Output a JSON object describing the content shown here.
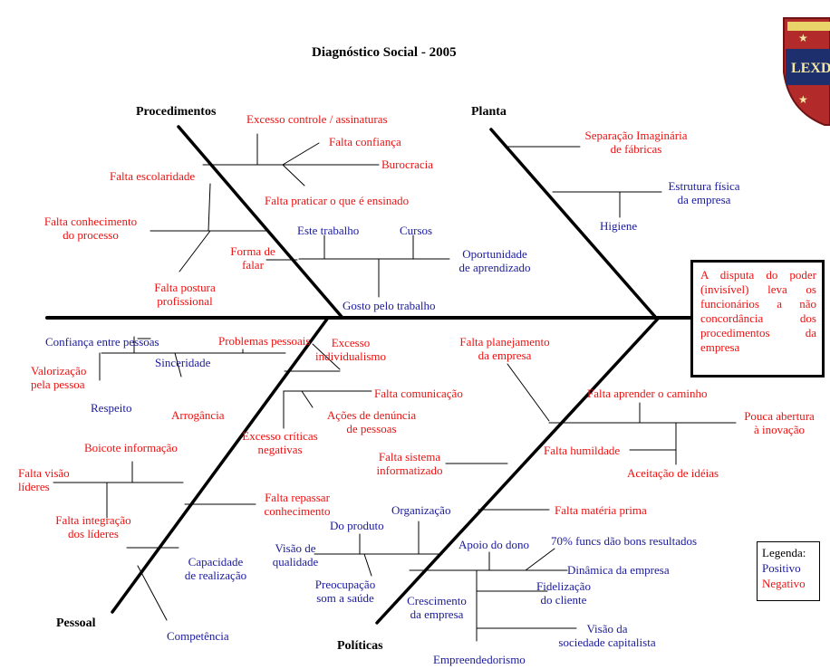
{
  "title": "Diagnóstico Social - 2005",
  "logo": {
    "text": "LEXD"
  },
  "problem": "A disputa do poder (invisível) leva os funcionários a não concordância dos procedimentos da empresa",
  "legend": {
    "heading": "Legenda:",
    "positive": "Positivo",
    "negative": "Negativo"
  },
  "colors": {
    "positive": "#1a1a9c",
    "negative": "#ee1111",
    "line": "#000000"
  },
  "categories": {
    "procedimentos": "Procedimentos",
    "planta": "Planta",
    "pessoal": "Pessoal",
    "politicas": "Políticas"
  },
  "causes": {
    "procedimentos": {
      "excesso_controle": "Excesso controle / assinaturas",
      "falta_confianca": "Falta confiança",
      "burocracia": "Burocracia",
      "falta_praticar": "Falta praticar o que é ensinado",
      "falta_escolaridade": "Falta escolaridade",
      "falta_conhecimento": [
        "Falta conhecimento",
        "do processo"
      ],
      "falta_postura": [
        "Falta postura",
        "profissional"
      ],
      "forma_falar": [
        "Forma de",
        "falar"
      ],
      "este_trabalho": "Este trabalho",
      "cursos": "Cursos",
      "oportunidade": [
        "Oportunidade",
        "de aprendizado"
      ],
      "gosto_trabalho": "Gosto pelo trabalho"
    },
    "planta": {
      "separacao": [
        "Separação Imaginária",
        "de fábricas"
      ],
      "estrutura": [
        "Estrutura física",
        "da empresa"
      ],
      "higiene": "Higiene"
    },
    "pessoal": {
      "confianca": "Confiança entre pessoas",
      "problemas": "Problemas pessoais",
      "sinceridade": "Sinceridade",
      "valorizacao": [
        "Valorização",
        "pela pessoa"
      ],
      "respeito": "Respeito",
      "arrogancia": "Arrogância",
      "excesso_individualismo": [
        "Excesso",
        "individualismo"
      ],
      "falta_comunicacao": "Falta comunicação",
      "acoes_denuncia": [
        "Ações de denúncia",
        "de pessoas"
      ],
      "excesso_criticas": [
        "Excesso críticas",
        "negativas"
      ],
      "boicote": "Boicote informação",
      "falta_visao": [
        "Falta visão",
        "líderes"
      ],
      "falta_integracao": [
        "Falta integração",
        "dos líderes"
      ],
      "falta_repassar": [
        "Falta repassar",
        "conhecimento"
      ],
      "capacidade": [
        "Capacidade",
        "de realização"
      ],
      "competencia": "Competência"
    },
    "politicas": {
      "falta_planejamento": [
        "Falta planejamento",
        "da empresa"
      ],
      "falta_aprender": "Falta aprender o caminho",
      "pouca_abertura": [
        "Pouca abertura",
        "à inovação"
      ],
      "falta_humildade": "Falta humildade",
      "aceitacao": "Aceitação de idéias",
      "falta_sistema": [
        "Falta sistema",
        "informatizado"
      ],
      "falta_materia": "Falta matéria prima",
      "organizacao": "Organização",
      "do_produto": "Do produto",
      "visao_qualidade": [
        "Visão de",
        "qualidade"
      ],
      "preocupacao": [
        "Preocupação",
        "som a saúde"
      ],
      "apoio_dono": "Apoio do dono",
      "funcs_70": "70% funcs dão bons resultados",
      "dinamica": "Dinâmica da empresa",
      "crescimento": [
        "Crescimento",
        "da empresa"
      ],
      "fidelizacao": [
        "Fidelização",
        "do cliente"
      ],
      "visao_sociedade": [
        "Visão da",
        "sociedade capitalista"
      ],
      "empreendedorismo": "Empreendedorismo"
    }
  }
}
